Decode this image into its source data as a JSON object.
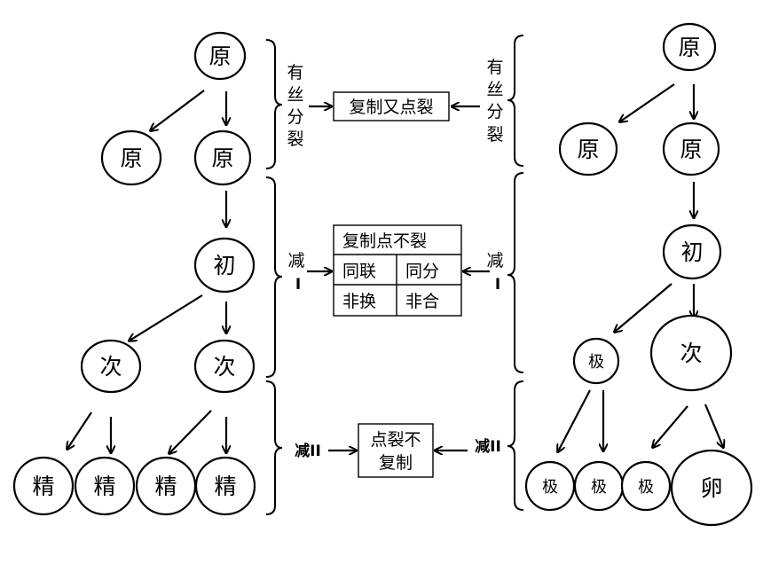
{
  "left": {
    "root": "原",
    "spermatogonium_a": "原",
    "spermatogonium_b": "原",
    "primary_spermatocyte": "初",
    "secondary_spermatocyte_a": "次",
    "secondary_spermatocyte_b": "次",
    "sperm": [
      "精",
      "精",
      "精",
      "精"
    ],
    "label_mitosis": [
      "有",
      "丝",
      "分",
      "裂"
    ],
    "label_meiosis1": [
      "减",
      "I"
    ],
    "label_meiosis2": "减II"
  },
  "right": {
    "root": "原",
    "oogonium_a": "原",
    "oogonium_b": "原",
    "primary_oocyte": "初",
    "first_polar_body": "极",
    "secondary_oocyte": "次",
    "polar_bodies": [
      "极",
      "极",
      "极"
    ],
    "egg": "卵",
    "label_mitosis": [
      "有",
      "丝",
      "分",
      "裂"
    ],
    "label_meiosis1": [
      "减",
      "I"
    ],
    "label_meiosis2": "减II"
  },
  "center": {
    "mitosis_box": "复制又点裂",
    "meiosis1_table": {
      "header": "复制点不裂",
      "rows": [
        [
          "同联",
          "同分"
        ],
        [
          "非换",
          "非合"
        ]
      ]
    },
    "meiosis2_box": [
      "点裂不",
      "复制"
    ]
  }
}
